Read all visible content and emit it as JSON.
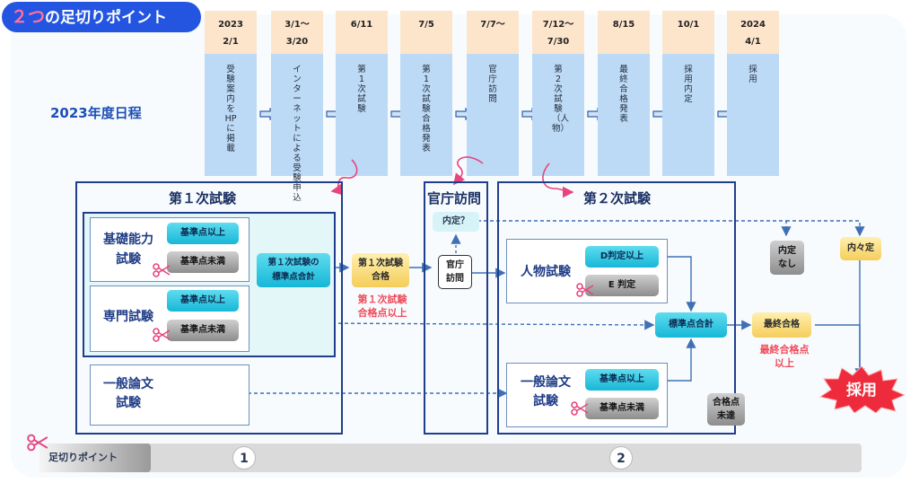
{
  "header": {
    "badge_prefix": "２つ",
    "badge_rest": "の足切りポイント"
  },
  "year_label": "2023年度日程",
  "schedule": [
    {
      "date1": "2023",
      "date2": "2/1",
      "event": "受験案内をHPに掲載"
    },
    {
      "date1": "3/1～",
      "date2": "3/20",
      "event": "インターネットによる受験申込"
    },
    {
      "date1": "6/11",
      "date2": "",
      "event": "第1次試験"
    },
    {
      "date1": "7/5",
      "date2": "",
      "event": "第1次試験合格発表"
    },
    {
      "date1": "7/7～",
      "date2": "",
      "event": "官庁訪問"
    },
    {
      "date1": "7/12～",
      "date2": "7/30",
      "event": "第2次試験（人物）"
    },
    {
      "date1": "8/15",
      "date2": "",
      "event": "最終合格発表"
    },
    {
      "date1": "10/1",
      "date2": "",
      "event": "採用内定"
    },
    {
      "date1": "2024",
      "date2": "4/1",
      "event": "採用"
    }
  ],
  "stage1": {
    "title": "第１次試験",
    "basic": {
      "label1": "基礎能力",
      "label2": "試験",
      "pass": "基準点以上",
      "fail": "基準点未満"
    },
    "senmon": {
      "label": "専門試験",
      "pass": "基準点以上",
      "fail": "基準点未満"
    },
    "ippan": {
      "label1": "一般論文",
      "label2": "試験"
    },
    "total": {
      "line1": "第１次試験の",
      "line2": "標準点合計"
    }
  },
  "pass1": {
    "line1": "第１次試験",
    "line2": "合格",
    "note1": "第１次試験",
    "note2": "合格点以上"
  },
  "visit": {
    "title": "官庁訪問",
    "naitei_q": "内定？",
    "box1": "官庁",
    "box2": "訪問"
  },
  "stage2": {
    "title": "第２次試験",
    "jinbutsu": {
      "label": "人物試験",
      "pass": "D判定以上",
      "fail": "E 判定"
    },
    "ippan": {
      "label1": "一般論文",
      "label2": "試験",
      "pass": "基準点以上",
      "fail": "基準点未満"
    },
    "total": "標準点合計",
    "gokaku_mitatsu1": "合格点",
    "gokaku_mitatsu2": "未達"
  },
  "final": {
    "label": "最終合格",
    "note1": "最終合格点",
    "note2": "以上"
  },
  "naitei_nashi1": "内定",
  "naitei_nashi2": "なし",
  "naitei": "内々定",
  "saiyo": "採用",
  "footer": {
    "label": "足切りポイント",
    "point1": "1",
    "point2": "2"
  },
  "colors": {
    "badge": "#2355e0",
    "accent_pink": "#e8457e",
    "cyan": "#16b7d7",
    "note_red": "#ef4b5a",
    "burst_red": "#ee2b3c",
    "line": "#3f6fb5"
  }
}
